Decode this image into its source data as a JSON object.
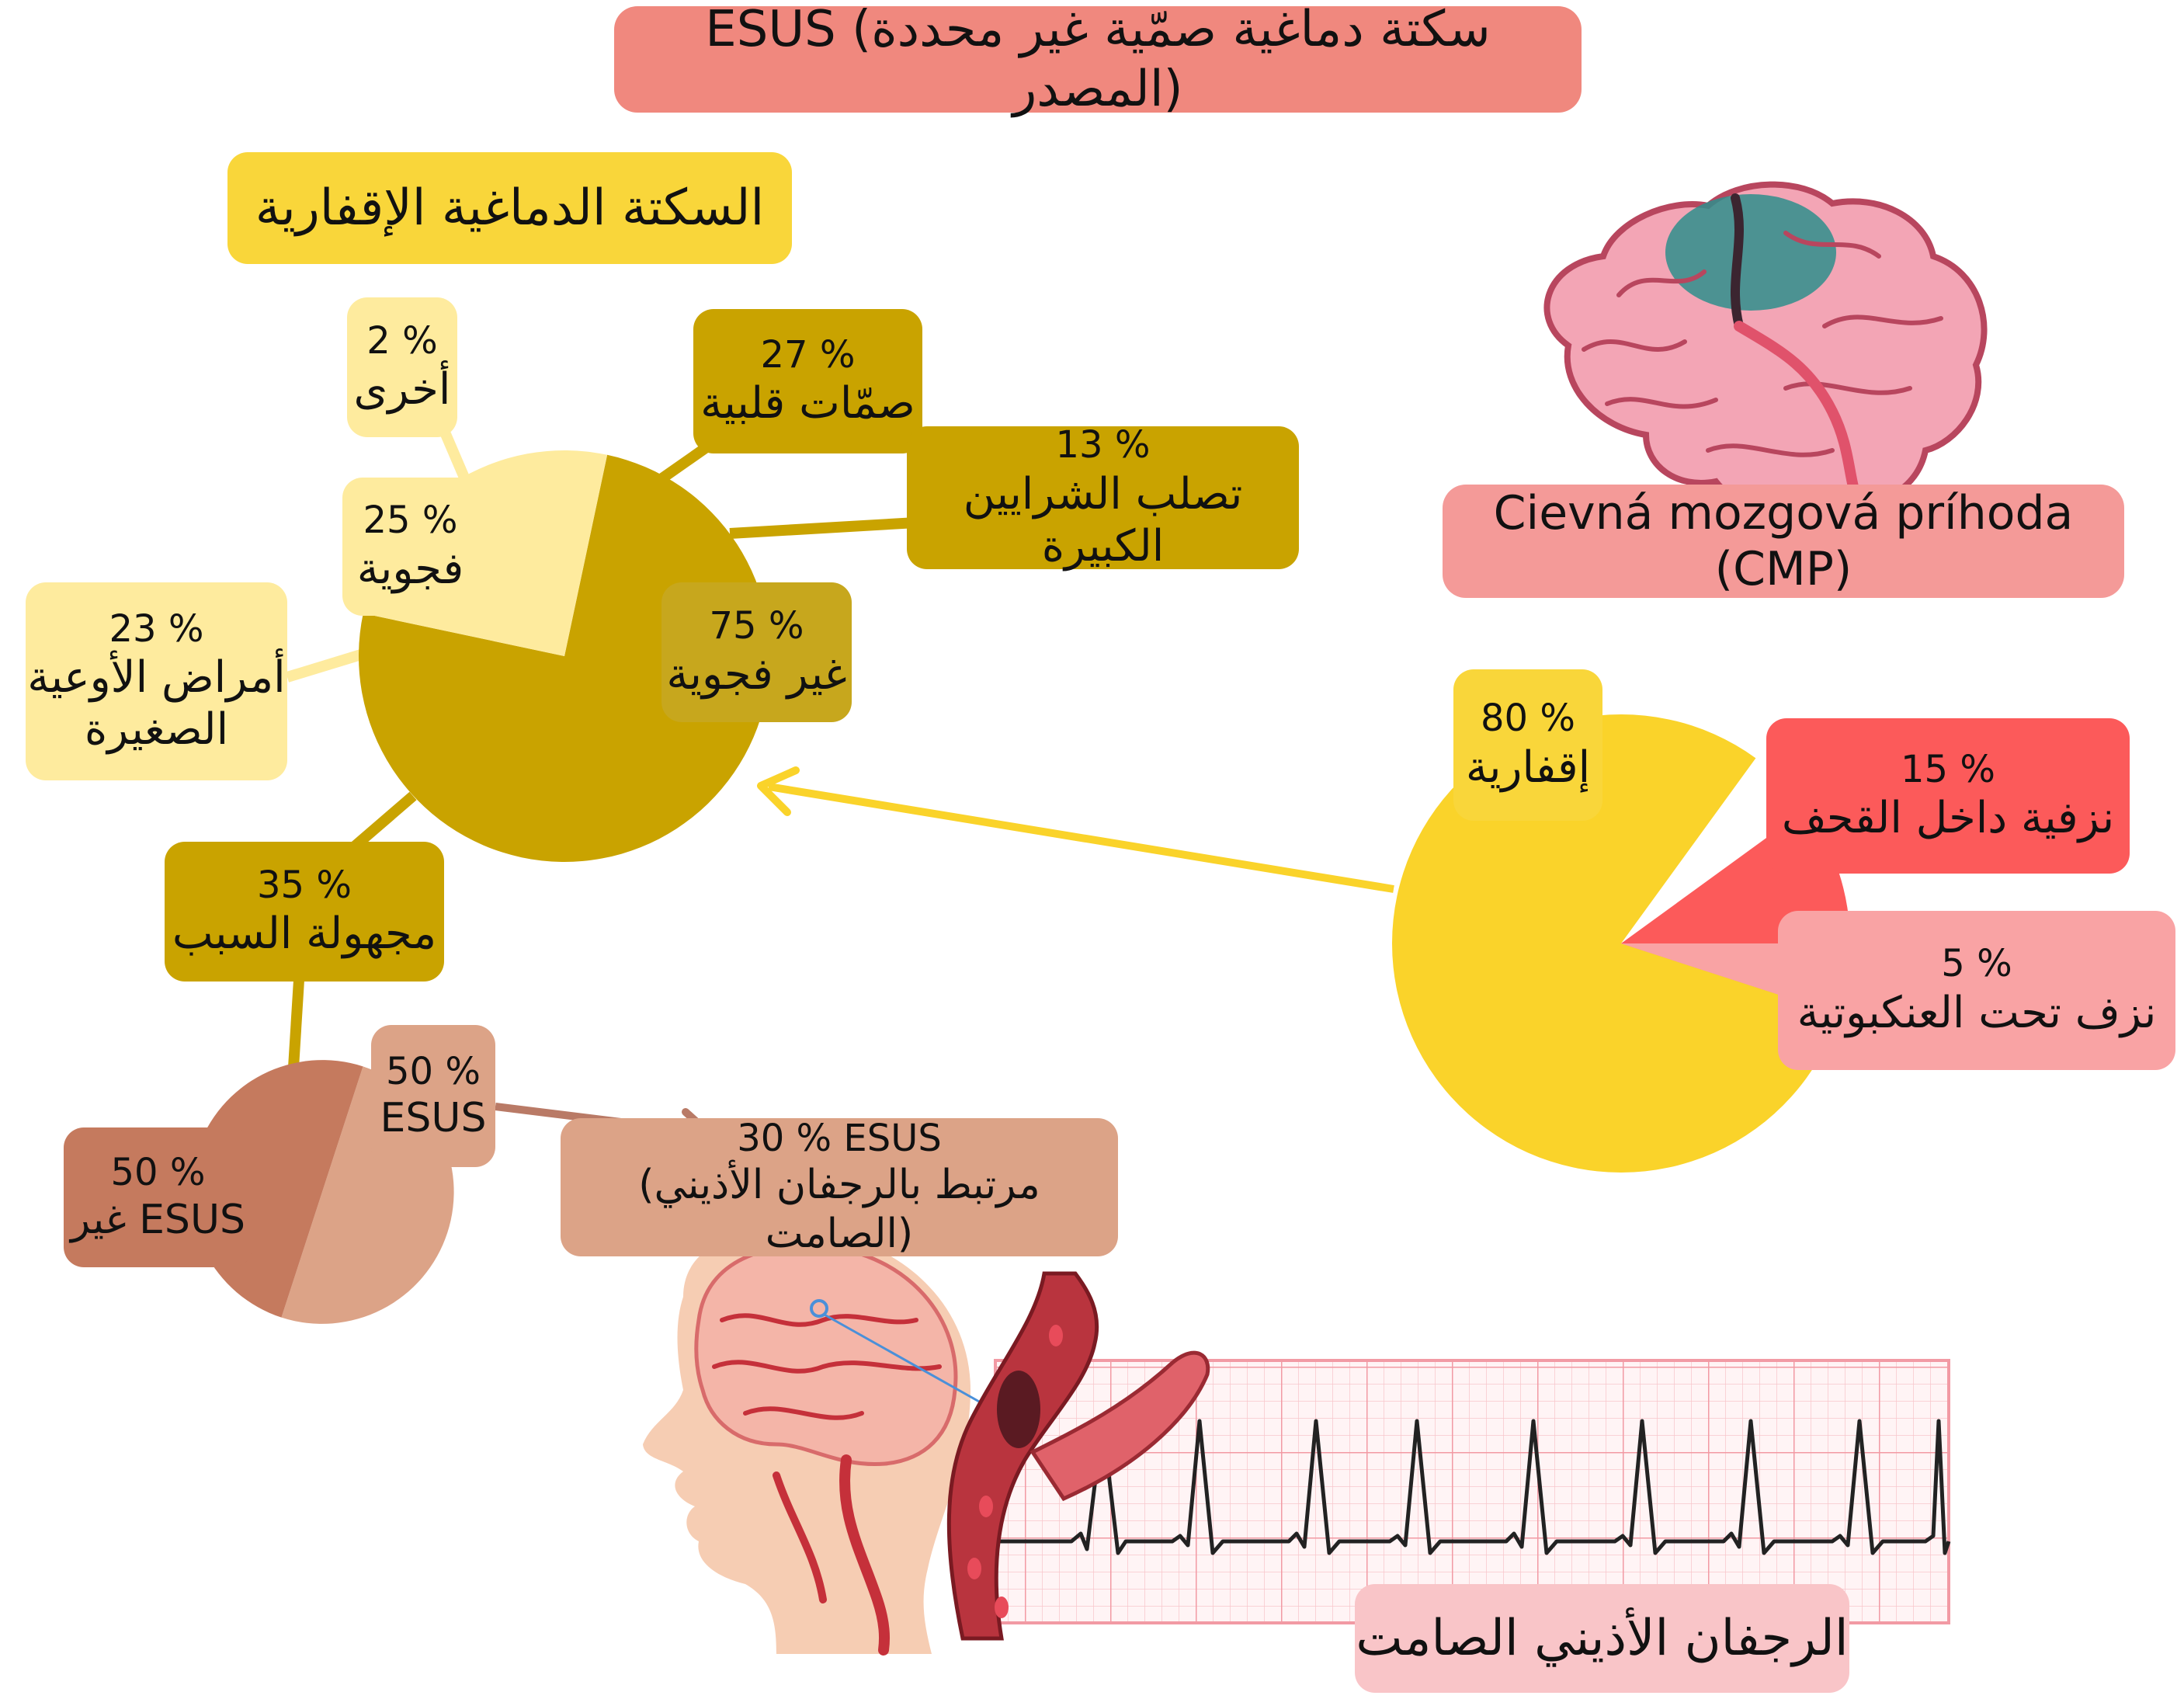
{
  "title": "ESUS (سكتة دماغية صمّية غير محددة المصدر)",
  "ischemic_title": "السكتة الدماغية الإقفارية",
  "cmp_label": "Cievná mozgová príhoda (CMP)",
  "af_label": "الرجفان الأذيني الصامت",
  "esus_af_pct": "30 % ESUS",
  "esus_af_text": "(مرتبط بالرجفان الأذيني الصامت)",
  "icons": [
    "brain-illustration",
    "head-brain-arteries-illustration",
    "blood-vessel-clot-illustration",
    "ecg-strip-illustration"
  ],
  "colors": {
    "title_bg": "#F0887E",
    "ischemic_title_bg": "#F9D63A",
    "cmp_bg": "#F49A98",
    "af_bg": "#F9C5C8",
    "stroke_yellow": "#FAD32A",
    "stroke_red": "#FC5A5A",
    "stroke_pink": "#F9A3A4",
    "ischemic_dark": "#C9A300",
    "ischemic_light": "#FEEB9E",
    "ischemic_label": "#C7A71D",
    "esus_dark": "#C57A5E",
    "esus_light": "#DCA387",
    "arrow_brown": "#B97A66"
  },
  "labels": {
    "ischemic": {
      "pct": "80 %",
      "name": "إقفارية"
    },
    "intracerebral": {
      "pct": "15 %",
      "name": "نزفية داخل القحف"
    },
    "subarachnoid": {
      "pct": "5 %",
      "name": "نزف تحت العنكبوتية"
    },
    "nonlacunar": {
      "pct": "75 %",
      "name": "غير فجوية"
    },
    "lacunar": {
      "pct": "25 %",
      "name": "فجوية"
    },
    "other": {
      "pct": "2 %",
      "name": "أخرى"
    },
    "cardioembolic": {
      "pct": "27 %",
      "name": "صمّات قلبية"
    },
    "large_artery": {
      "pct": "13 %",
      "name": "تصلب الشرايين الكبيرة"
    },
    "small_vessel": {
      "pct": "23 %",
      "name1": "أمراض الأوعية",
      "name2": "الصغيرة"
    },
    "unknown": {
      "pct": "35 %",
      "name": "مجهولة السبب"
    },
    "esus": {
      "pct": "50 %",
      "name": "ESUS"
    },
    "non_esus": {
      "pct": "50 %",
      "name": "غير ESUS"
    }
  },
  "chart_data": [
    {
      "type": "pie",
      "title": "Cievná mozgová príhoda (CMP)",
      "categories": [
        "إقفارية",
        "نزفية داخل القحف",
        "نزف تحت العنكبوتية"
      ],
      "values": [
        80,
        15,
        5
      ],
      "unit": "%"
    },
    {
      "type": "pie",
      "title": "السكتة الدماغية الإقفارية",
      "categories": [
        "غير فجوية",
        "فجوية"
      ],
      "values": [
        75,
        25
      ],
      "unit": "%",
      "breakdown": {
        "غير فجوية": {
          "categories": [
            "صمّات قلبية",
            "تصلب الشرايين الكبيرة",
            "مجهولة السبب"
          ],
          "values": [
            27,
            13,
            35
          ]
        },
        "فجوية": {
          "categories": [
            "أمراض الأوعية الصغيرة",
            "أخرى"
          ],
          "values": [
            23,
            2
          ]
        }
      }
    },
    {
      "type": "pie",
      "title": "مجهولة السبب",
      "categories": [
        "ESUS",
        "غير ESUS"
      ],
      "values": [
        50,
        50
      ],
      "unit": "%",
      "annotation": "30 % ESUS (مرتبط بالرجفان الأذيني الصامت)"
    }
  ]
}
